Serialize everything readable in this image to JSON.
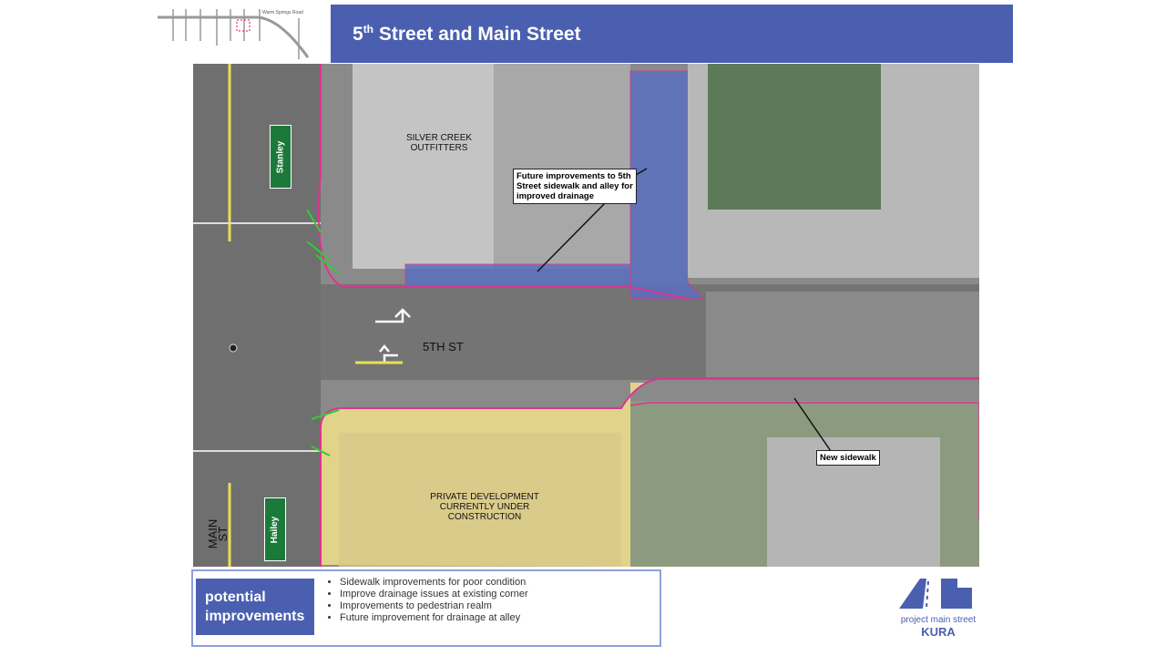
{
  "header": {
    "title_pre": "5",
    "title_sup": "th",
    "title_post": " Street and Main Street"
  },
  "keymap": {
    "road_label": "Warm Springs Road"
  },
  "map": {
    "labels": {
      "silver_creek": "SILVER CREEK OUTFITTERS",
      "fifth_st": "5TH ST",
      "main_st": "MAIN ST",
      "private_dev": "PRIVATE DEVELOPMENT CURRENTLY UNDER CONSTRUCTION"
    },
    "signs": {
      "stanley": "Stanley",
      "hailey": "Hailey"
    },
    "callouts": {
      "future": "Future improvements to 5th Street sidewalk and alley for improved drainage",
      "new_sidewalk": "New sidewalk"
    }
  },
  "legend": {
    "heading": "potential improvements",
    "items": [
      "Sidewalk improvements for poor condition",
      "Improve drainage issues at existing corner",
      "Improvements to pedestrian realm",
      "Future improvement for drainage at alley"
    ]
  },
  "logo": {
    "text": "project main street",
    "sub": "KURA"
  },
  "colors": {
    "accent": "#4a5fb0",
    "highlight_blue": "#5b6fc0",
    "highlight_yellow": "#f0e08a",
    "boundary": "#d9368f"
  }
}
